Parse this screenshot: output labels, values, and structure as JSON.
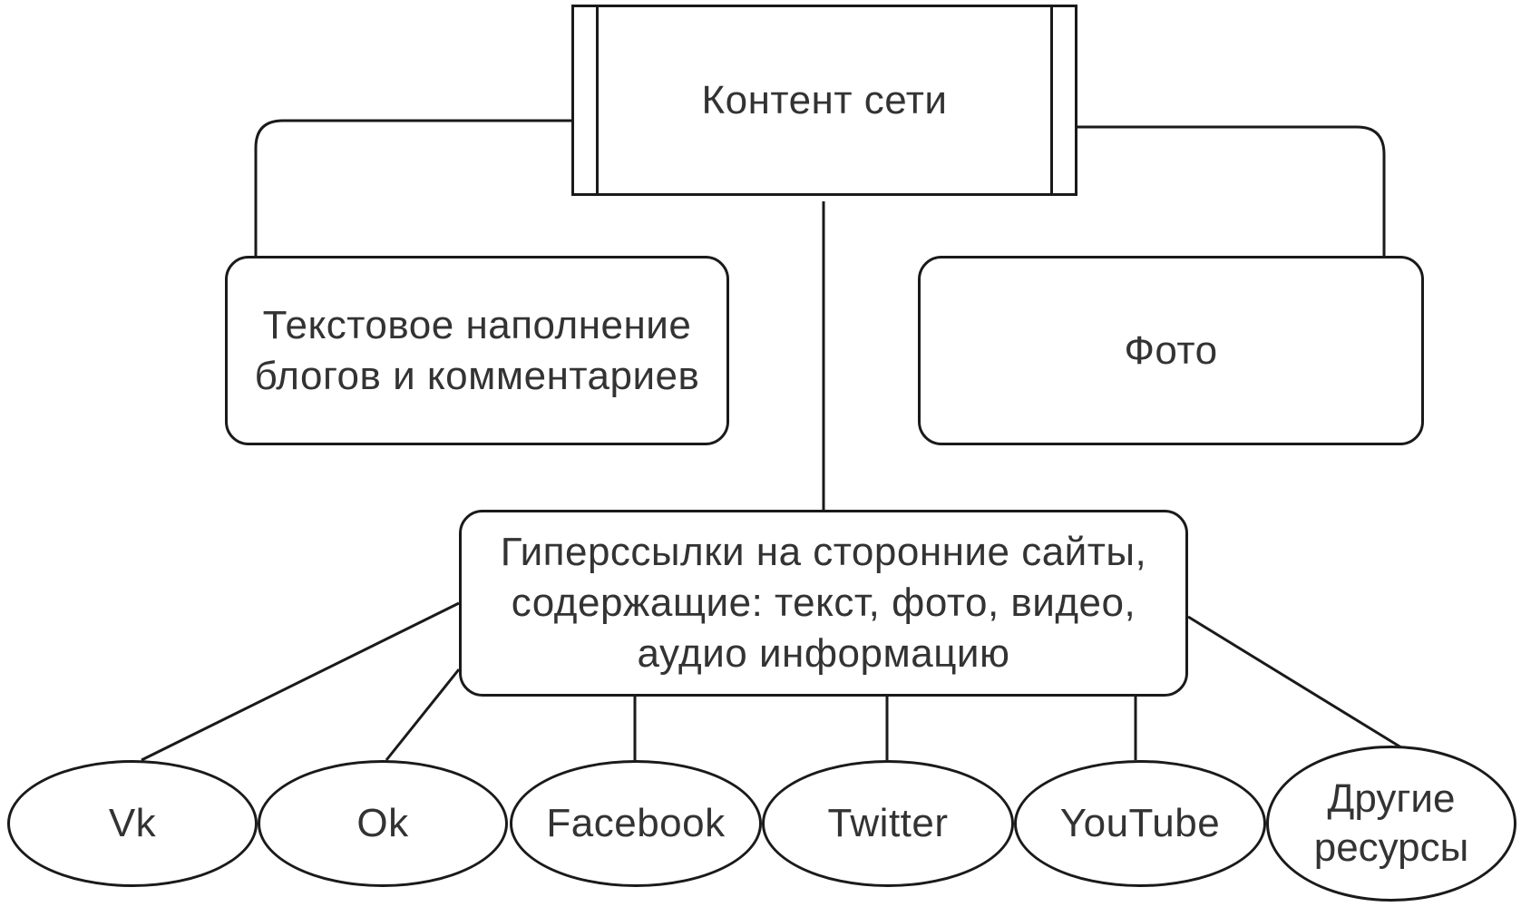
{
  "root": {
    "label": "Контент сети"
  },
  "level1": {
    "text_content": "Текстовое наполнение\nблогов и комментариев",
    "photo": "Фото",
    "hyperlinks": "Гиперссылки на сторонние сайты,\nсодержащие: текст, фото, видео,\nаудио информацию"
  },
  "resources": [
    "Vk",
    "Ok",
    "Facebook",
    "Twitter",
    "YouTube",
    "Другие\nресурсы"
  ]
}
